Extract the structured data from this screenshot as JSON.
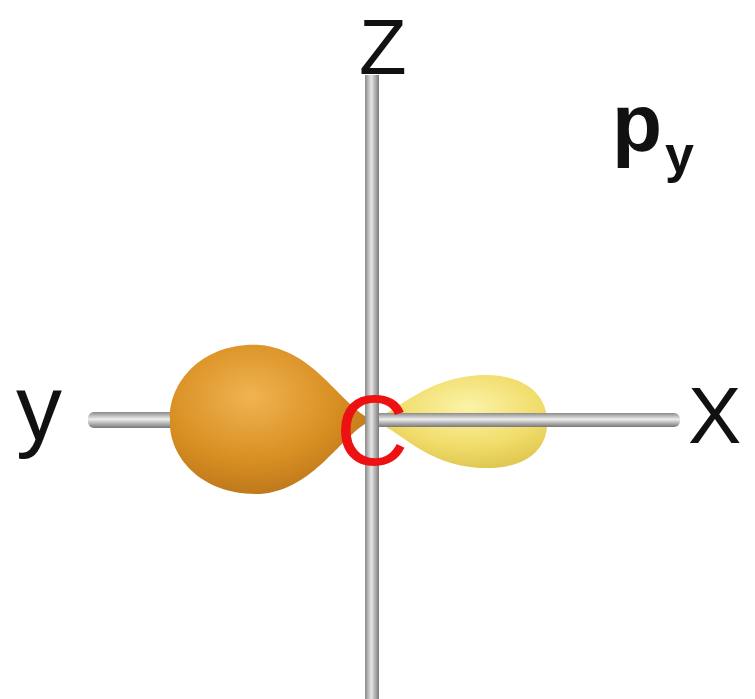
{
  "diagram": {
    "labels": [
      "Z",
      "y",
      "X",
      "p",
      "y",
      "C"
    ]
  }
}
